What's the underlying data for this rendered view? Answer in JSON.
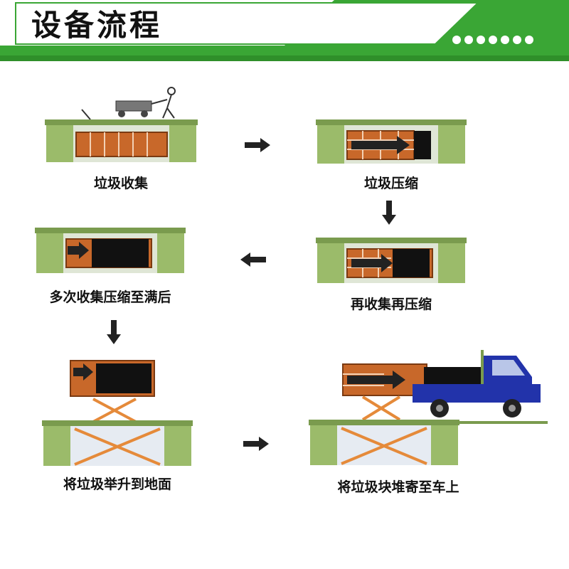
{
  "header": {
    "title": "设备流程",
    "dot_count": 7,
    "colors": {
      "green": "#3aa635",
      "dark_green": "#2f8f2a",
      "title_box_bg": "#ffffff"
    }
  },
  "steps": [
    {
      "id": "collect",
      "label": "垃圾收集"
    },
    {
      "id": "compress",
      "label": "垃圾压缩"
    },
    {
      "id": "recollect",
      "label": "再收集再压缩"
    },
    {
      "id": "full",
      "label": "多次收集压缩至满后"
    },
    {
      "id": "lift",
      "label": "将垃圾举升到地面"
    },
    {
      "id": "load",
      "label": "将垃圾块堆寄至车上"
    }
  ],
  "colors": {
    "platform_green": "#7a9b4e",
    "pillar_green": "#9bbb6a",
    "brick": "#c8682a",
    "waste": "#111111",
    "scissor": "#e58a3a",
    "truck_blue": "#2233aa"
  }
}
